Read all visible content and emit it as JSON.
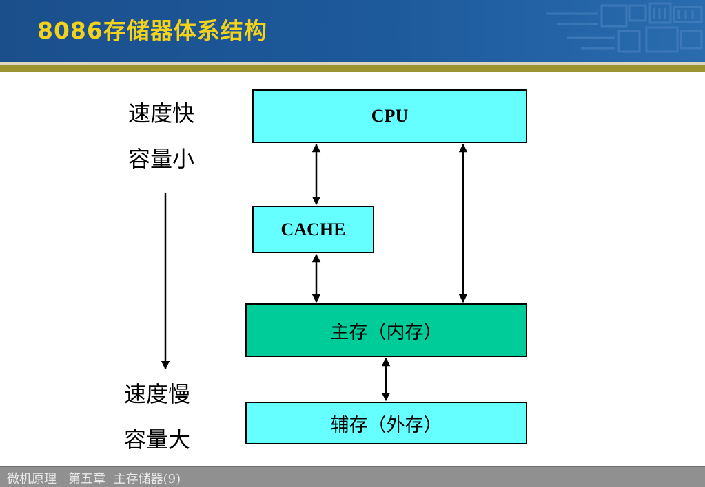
{
  "title": "8086存储器体系结构",
  "left_labels": {
    "top_speed": "速度快",
    "top_capacity": "容量小",
    "bottom_speed": "速度慢",
    "bottom_capacity": "容量大"
  },
  "boxes": {
    "cpu": "CPU",
    "cache": "CACHE",
    "main_memory": "主存（内存）",
    "aux_memory": "辅存（外存）"
  },
  "colors": {
    "header": "#1d5a9c",
    "title": "#f2d21a",
    "box_cyan": "#66ffff",
    "box_green": "#00cc99",
    "olive_stripe": "#9b9531",
    "footer": "#909090"
  },
  "footer": {
    "text": "微机原理   第五章  主存储器(9)"
  }
}
